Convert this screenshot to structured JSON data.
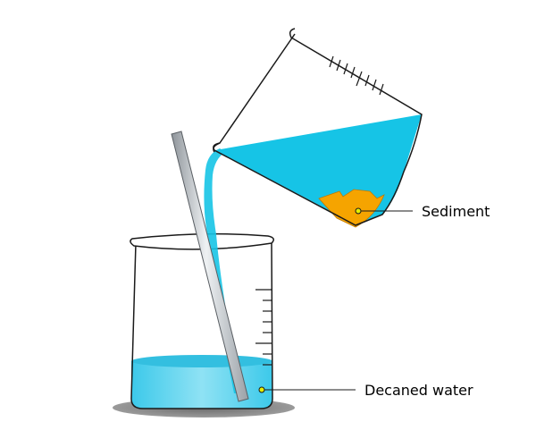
{
  "labels": {
    "sediment": "Sediment",
    "decanted_water": "Decaned water"
  },
  "colors": {
    "water": "#16c4e6",
    "water_in_beaker": "#5fd6ee",
    "sediment": "#f5a400",
    "glass_outline": "#1a1a1a",
    "rod": "#b8bdc2",
    "shadow": "#7a7a7a",
    "marker_dot": "#e6ef00"
  },
  "icons": {
    "pouring_beaker": "tilted-beaker",
    "receiving_beaker": "beaker",
    "stirring_rod": "glass-rod"
  }
}
